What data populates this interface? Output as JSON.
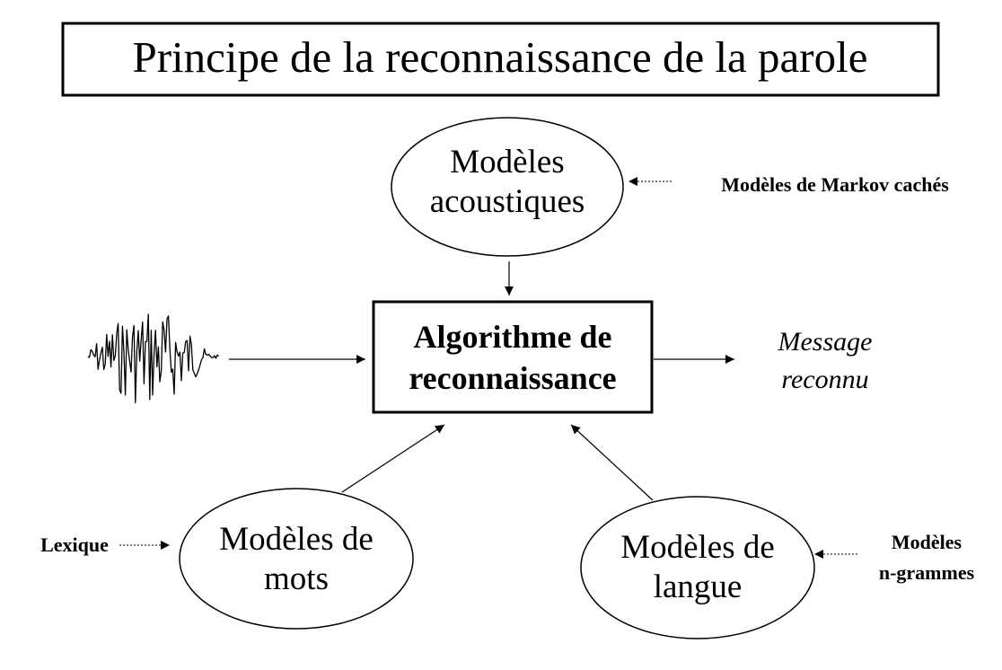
{
  "title": "Principe de la reconnaissance de la parole",
  "nodes": {
    "acoustic": {
      "line1": "Modèles",
      "line2": "acoustiques"
    },
    "algorithm": {
      "line1": "Algorithme de",
      "line2": "reconnaissance"
    },
    "words": {
      "line1": "Modèles de",
      "line2": "mots"
    },
    "language": {
      "line1": "Modèles de",
      "line2": "langue"
    }
  },
  "labels": {
    "hmm": "Modèles de Markov cachés",
    "lexicon": "Lexique",
    "ngram_line1": "Modèles",
    "ngram_line2": "n-grammes",
    "output_line1": "Message",
    "output_line2": "reconnu"
  },
  "colors": {
    "ink": "#000000",
    "background": "#ffffff"
  },
  "icons": [
    "speech-waveform-icon"
  ]
}
